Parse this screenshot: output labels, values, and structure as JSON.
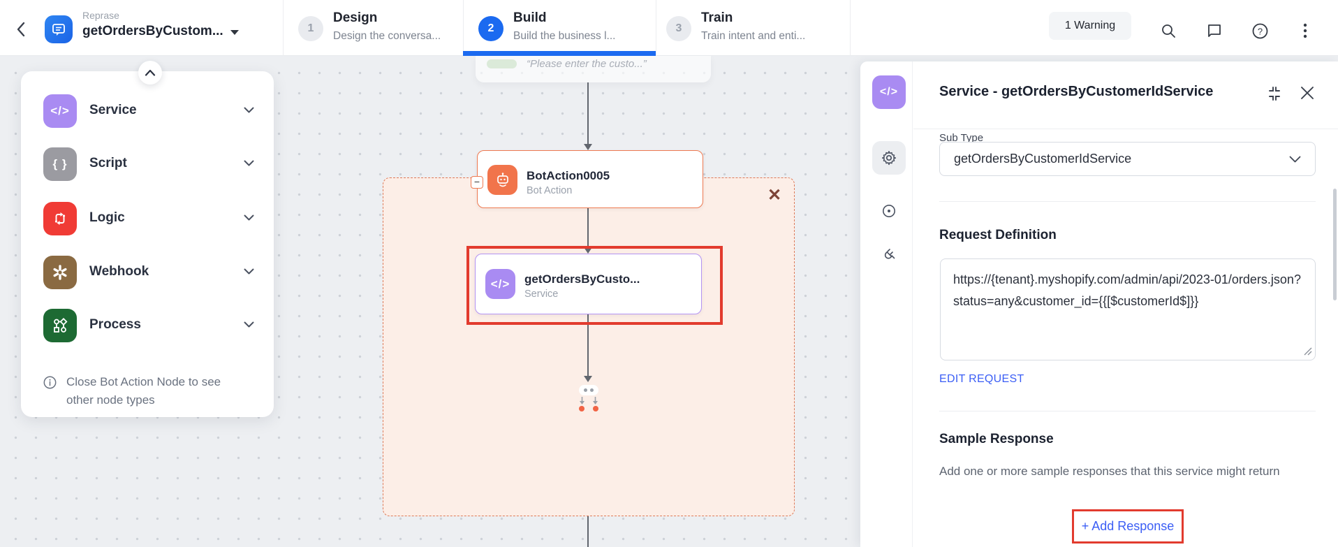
{
  "header": {
    "app_label": "Reprase",
    "bot_title": "getOrdersByCustom...",
    "steps": [
      {
        "num": "1",
        "label": "Design",
        "desc": "Design the conversa..."
      },
      {
        "num": "2",
        "label": "Build",
        "desc": "Build the business l..."
      },
      {
        "num": "3",
        "label": "Train",
        "desc": "Train intent and enti..."
      }
    ],
    "warning_label": "1 Warning"
  },
  "palette": {
    "items": [
      {
        "label": "Service"
      },
      {
        "label": "Script"
      },
      {
        "label": "Logic"
      },
      {
        "label": "Webhook"
      },
      {
        "label": "Process"
      }
    ],
    "service_glyph": "</>",
    "script_glyph": "{ }",
    "note": "Close Bot Action Node to see other node types"
  },
  "canvas": {
    "faded_message": "“Please enter the custo...”",
    "bot_action_node": {
      "title": "BotAction0005",
      "subtitle": "Bot Action",
      "collapse_glyph": "−"
    },
    "service_node": {
      "title": "getOrdersByCusto...",
      "subtitle": "Service",
      "icon_glyph": "</>"
    },
    "close_glyph": "✕"
  },
  "panel": {
    "title": "Service - getOrdersByCustomerIdService",
    "code_glyph": "</>",
    "sub_type_label": "Sub Type",
    "sub_type_value": "getOrdersByCustomerIdService",
    "request_definition_label": "Request Definition",
    "request_url": "https://{tenant}.myshopify.com/admin/api/2023-01/orders.json?status=any&customer_id={{[$customerId$]}}",
    "edit_request_label": "EDIT REQUEST",
    "sample_response_label": "Sample Response",
    "sample_response_desc": "Add one or more sample responses that this service might return",
    "add_response_label": "+ Add Response"
  },
  "colors": {
    "accent_blue": "#1b6af0",
    "link_blue": "#3b5ef5",
    "annotation_red": "#e23b2e",
    "service_purple": "#a98bf2",
    "bot_action_orange": "#f1744b",
    "logic_red": "#f03b35",
    "webhook_brown": "#8a6a42",
    "process_green": "#1d6a33",
    "container_peach": "#fceee7"
  }
}
